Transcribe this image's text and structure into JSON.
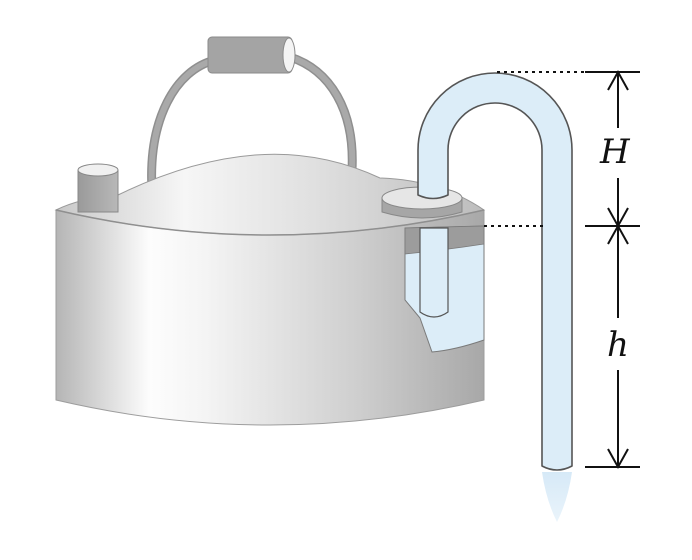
{
  "diagram": {
    "subject": "Siphon draining liquid from a can",
    "labels": {
      "upper_height": "H",
      "lower_height": "h"
    },
    "colors": {
      "liquid": "#dcedf8",
      "tube_outline": "#555555",
      "can_dark": "#a9a9a9",
      "can_light": "#ffffff",
      "dimension_line": "#111111"
    }
  }
}
